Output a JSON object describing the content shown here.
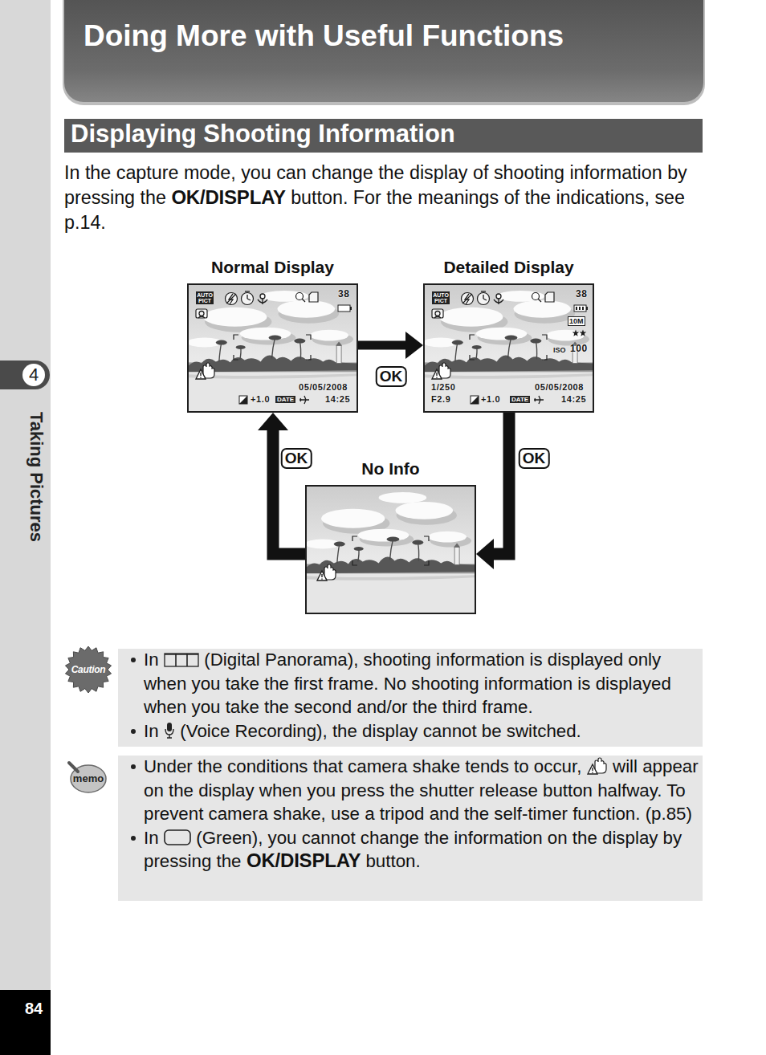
{
  "diagram": {
    "title": "Doing More with Useful Functions",
    "nodes": [
      {
        "text": [
          "Normal Display",
          "AUTO PICT",
          "38",
          "05/05/2008",
          "+1.0",
          "DATE",
          "14:25"
        ]
      },
      {
        "text": [
          "Detailed Display",
          "AUTO PICT",
          "38",
          "10M",
          "ISO",
          "100",
          "1/250",
          "F2.9",
          "05/05/2008",
          "+1.0",
          "DATE",
          "14:25"
        ]
      },
      {
        "text": [
          "No Info"
        ]
      }
    ],
    "edges": [
      {
        "from": 0,
        "to": 1,
        "arrow": "to",
        "label": "OK"
      },
      {
        "from": 1,
        "to": 2,
        "arrow": "to",
        "label": "OK"
      },
      {
        "from": 2,
        "to": 0,
        "arrow": "to",
        "label": "OK"
      }
    ],
    "labels": [
      "Displaying Shooting Information",
      "In the capture mode, you can change the display of shooting information by pressing the",
      "OK/DISPLAY",
      "button. For the meanings of the indications, see p.14.",
      "4",
      "Taking Pictures",
      "Caution",
      "In",
      "(Digital Panorama), shooting information is displayed only when you take the first frame. No shooting information is displayed when you take the second and/or the third frame.",
      "In",
      "(Voice Recording), the display cannot be switched.",
      "memo",
      "Under the conditions that camera shake tends to occur,",
      "will appear on the display when you press the shutter release button halfway. To prevent camera shake, use a tripod and the self-timer function. (p.85)",
      "In",
      "(Green), you cannot change the information on the display by pressing the",
      "OK/DISPLAY",
      "button.",
      "84"
    ]
  }
}
